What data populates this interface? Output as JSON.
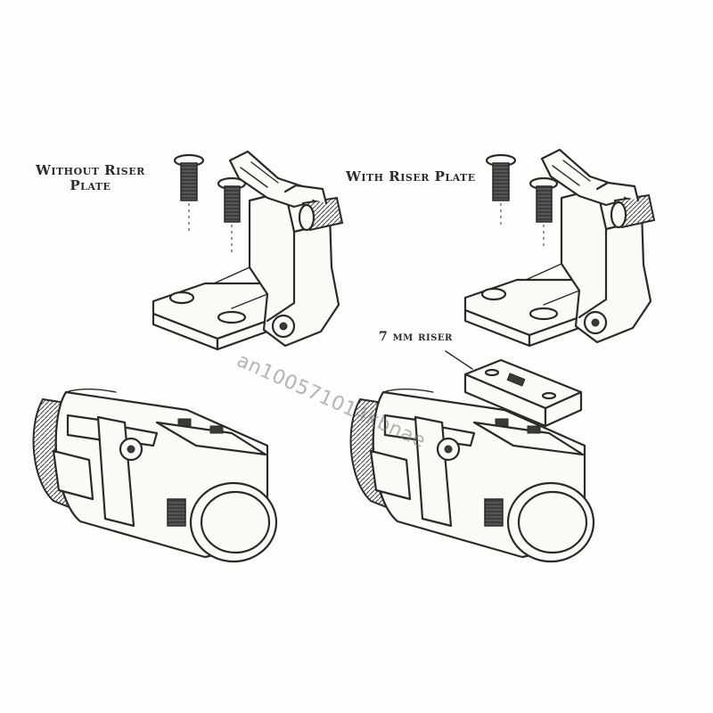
{
  "labels": {
    "without_riser_line1": "Without Riser",
    "without_riser_line2": "Plate",
    "with_riser": "With Riser Plate",
    "riser": "7 mm riser"
  },
  "watermark": "an1005710​14kbnae",
  "colors": {
    "ink": "#2a2a2a",
    "paper": "#fdfdfb"
  }
}
